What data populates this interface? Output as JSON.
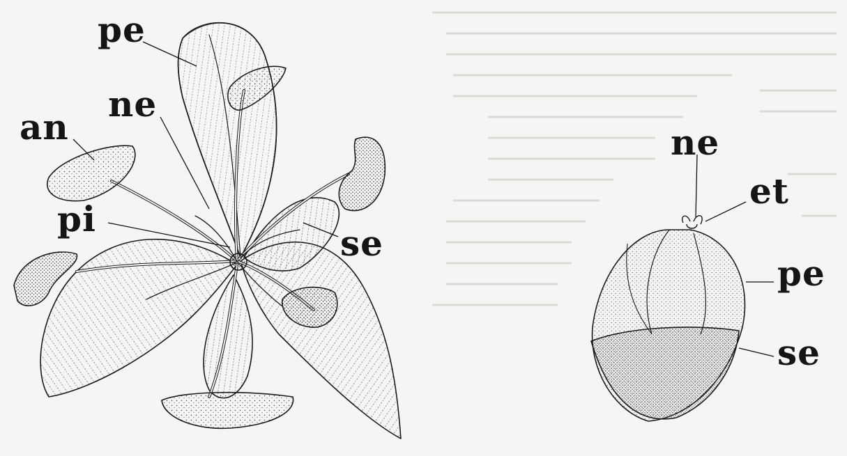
{
  "figure": {
    "left_flower": {
      "labels": {
        "petal": "pe",
        "nectary": "ne",
        "anther": "an",
        "pistil": "pi",
        "sepal": "se"
      }
    },
    "right_bud": {
      "labels": {
        "nectary": "ne",
        "ovary_tip": "et",
        "petal": "pe",
        "sepal": "se"
      }
    }
  }
}
